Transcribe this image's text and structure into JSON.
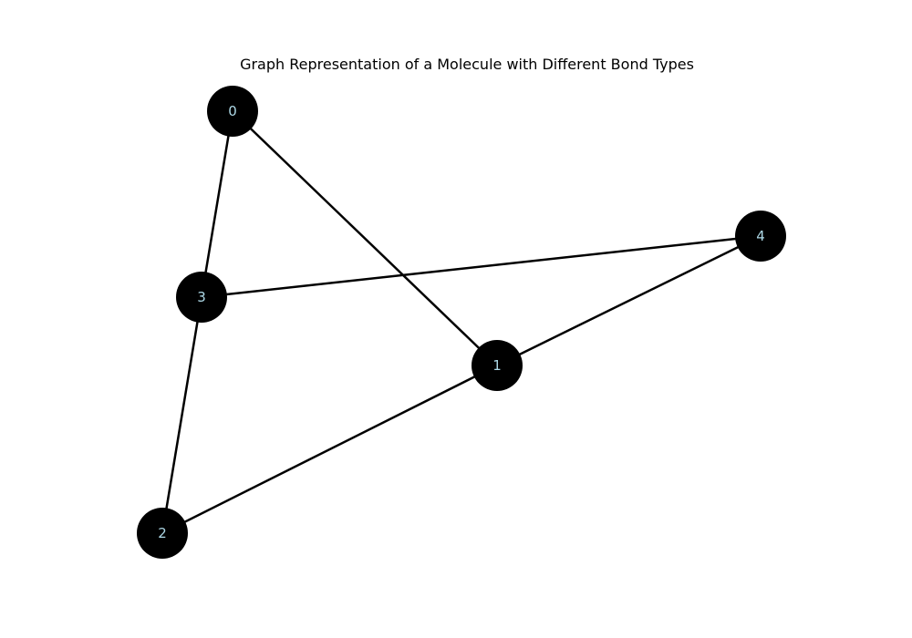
{
  "title": "Graph Representation of a Molecule with Different Bond Types",
  "colors": {
    "background": "#ffffff",
    "node_fill": "#000000",
    "node_label": "#add8e6",
    "edge": "#000000",
    "title": "#000000"
  },
  "graph": {
    "nodes": [
      {
        "id": "0",
        "label": "0"
      },
      {
        "id": "1",
        "label": "1"
      },
      {
        "id": "2",
        "label": "2"
      },
      {
        "id": "3",
        "label": "3"
      },
      {
        "id": "4",
        "label": "4"
      }
    ],
    "edges": [
      {
        "source": "0",
        "target": "3"
      },
      {
        "source": "0",
        "target": "1"
      },
      {
        "source": "3",
        "target": "4"
      },
      {
        "source": "3",
        "target": "2"
      },
      {
        "source": "1",
        "target": "4"
      },
      {
        "source": "1",
        "target": "2"
      }
    ]
  }
}
